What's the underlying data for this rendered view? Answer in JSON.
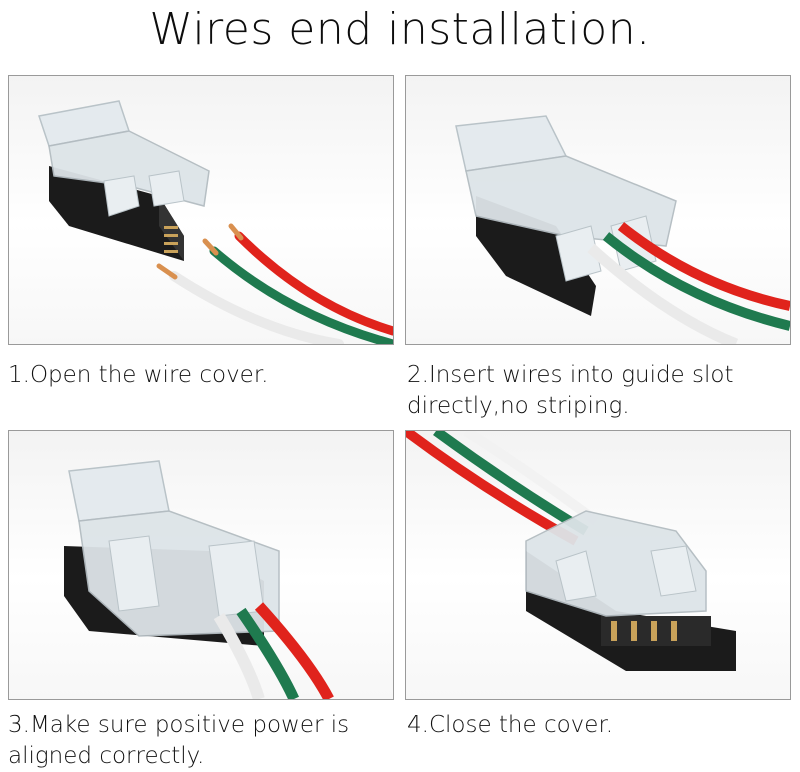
{
  "title": "Wires end installation.",
  "steps": [
    {
      "caption": "1.Open the wire cover."
    },
    {
      "caption_line1": "2.Insert wires into guide slot",
      "caption_line2": "directly,no striping."
    },
    {
      "caption_line1": "3.Make sure positive power is",
      "caption_line2": "aligned correctly."
    },
    {
      "caption": "4.Close the cover."
    }
  ],
  "colors": {
    "wire_red": "#e0231c",
    "wire_green": "#1f7a4f",
    "wire_white": "#f4f4f4",
    "copper": "#d9904f",
    "housing_black": "#1b1b1b",
    "clear_plastic": "#dfe6ea"
  }
}
